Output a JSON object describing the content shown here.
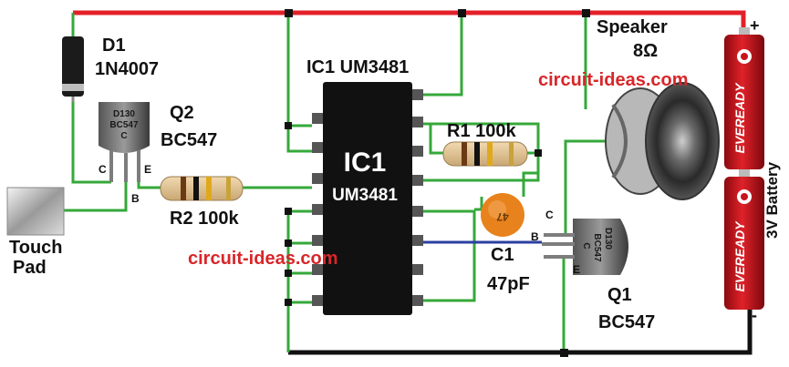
{
  "labels": {
    "d1_name": "D1",
    "d1_part": "1N4007",
    "q2_name": "Q2",
    "q2_part": "BC547",
    "q2_pin_c": "C",
    "q2_pin_e": "E",
    "q2_pin_b": "B",
    "q2_marking_1": "D130",
    "q2_marking_2": "BC547",
    "q2_marking_3": "C",
    "r2": "R2 100k",
    "touch_pad_1": "Touch",
    "touch_pad_2": "Pad",
    "ic1_header": "IC1 UM3481",
    "ic1_body_1": "IC1",
    "ic1_body_2": "UM3481",
    "r1": "R1 100k",
    "c1_name": "C1",
    "c1_value": "47pF",
    "c1_marking": "47",
    "speaker_name": "Speaker",
    "speaker_value": "8Ω",
    "watermark_top": "circuit-ideas.com",
    "watermark_bottom": "circuit-ideas.com",
    "q1_name": "Q1",
    "q1_part": "BC547",
    "q1_pin_c": "C",
    "q1_pin_b": "B",
    "q1_pin_e": "E",
    "q1_marking_1": "D130",
    "q1_marking_2": "BC547",
    "q1_marking_3": "C",
    "battery_label": "3V Battery",
    "battery_plus": "+",
    "battery_minus": "-",
    "battery_brand": "EVEREADY"
  },
  "colors": {
    "positive_rail": "#e3202a",
    "ground_rail": "#111111",
    "wire": "#35a83a",
    "signal_wire": "#2a3fa0",
    "watermark": "#d8262a",
    "ic_body": "#111111",
    "battery_red": "#c8141c",
    "capacitor": "#e8821c"
  }
}
